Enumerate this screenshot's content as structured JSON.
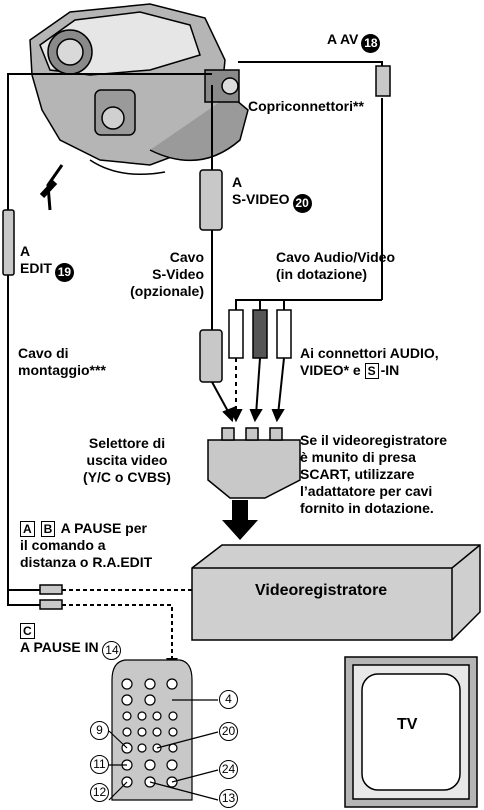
{
  "labels": {
    "av_title": "A AV",
    "av_num": "18",
    "copriconnettori": "Copriconnettori**",
    "svideo_a": "A\nS-VIDEO",
    "svideo_num": "20",
    "edit_a": "A\nEDIT",
    "edit_num": "19",
    "cavo_svideo": "Cavo\nS-Video\n(opzionale)",
    "cavo_av": "Cavo Audio/Video\n(in dotazione)",
    "cavo_montaggio": "Cavo di\nmontaggio***",
    "ai_connettori_1": "Ai connettori AUDIO,",
    "ai_connettori_2": "VIDEO* e",
    "ai_connettori_s": "S",
    "ai_connettori_3": "-IN",
    "selettore": "Selettore di\nuscita video\n(Y/C o CVBS)",
    "scart_note": "Se il videoregistratore\nè munito di presa\nSCART, utilizzare\nl’adattatore per cavi\nfornito in dotazione.",
    "pause_a": "A",
    "pause_b": "B",
    "pause_text_1": "A PAUSE per",
    "pause_text_2": "il comando a\ndistanza o R.A.EDIT",
    "pause_c": "C",
    "pause_in": "A PAUSE IN",
    "pause_in_num": "14",
    "vcr": "Videoregistratore",
    "tv": "TV"
  },
  "remote_callouts": [
    "4",
    "9",
    "20",
    "11",
    "24",
    "12",
    "13"
  ],
  "colors": {
    "vcr_fill": "#cfcfcf",
    "connector_fill": "#c8c8c8",
    "camera_fill": "#b5b5b5",
    "line": "#000000"
  }
}
